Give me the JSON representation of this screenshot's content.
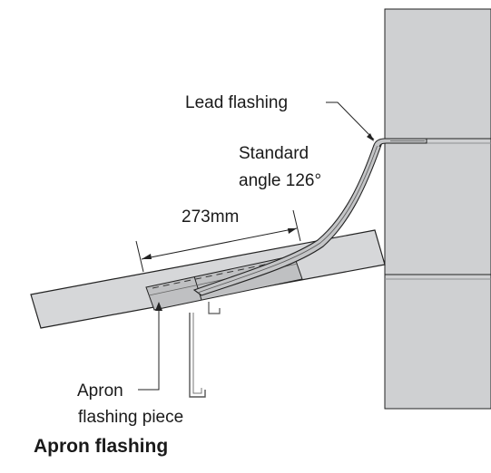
{
  "diagram": {
    "labels": {
      "lead_flashing": "Lead flashing",
      "standard_line1": "Standard",
      "standard_line2": "angle 126°",
      "dimension": "273mm",
      "apron_line1": "Apron",
      "apron_line2": "flashing piece"
    },
    "caption": "Apron flashing",
    "colors": {
      "wall_fill": "#cfd0d2",
      "wall_joint": "#8e8f91",
      "roof_fill": "#d6d7d9",
      "flashing_fill": "#bfc0c2",
      "line": "#222222"
    }
  }
}
